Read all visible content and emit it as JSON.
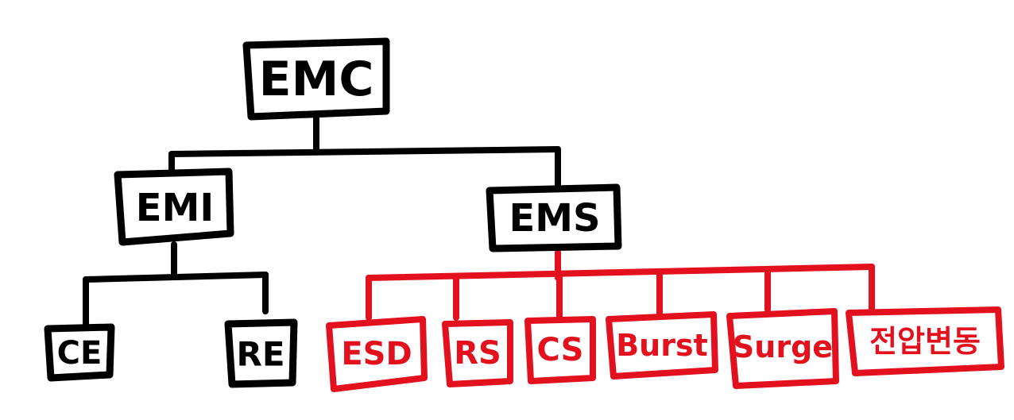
{
  "colors": {
    "black": "#000000",
    "red": "#e3101e",
    "background": "#ffffff"
  },
  "nodes": {
    "emc": "EMC",
    "emi": "EMI",
    "ems": "EMS",
    "ce": "CE",
    "re": "RE",
    "esd": "ESD",
    "rs": "RS",
    "cs": "CS",
    "burst": "Burst",
    "surge": "Surge",
    "voltage": "전압변동"
  }
}
